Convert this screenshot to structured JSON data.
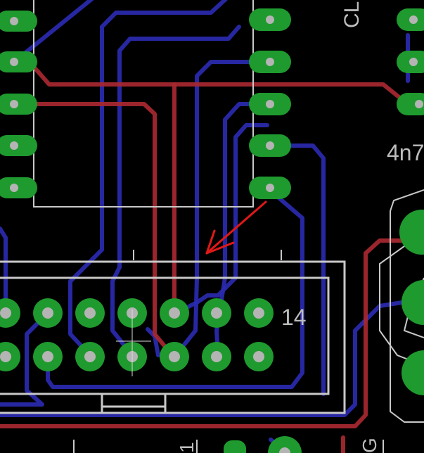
{
  "board": {
    "background": "#000000",
    "colors": {
      "top_trace": "#a82830",
      "bottom_trace": "#2a2ab0",
      "pad": "#1f9a2e",
      "drill": "#b4b4b4",
      "silkscreen": "#c8c8c8",
      "annotation_arrow": "#e01818"
    },
    "labels": {
      "header_pin": "14",
      "ref_top_right": "CL",
      "component_value": "4n7",
      "bottom_left": "1",
      "bottom_right": "G"
    }
  }
}
